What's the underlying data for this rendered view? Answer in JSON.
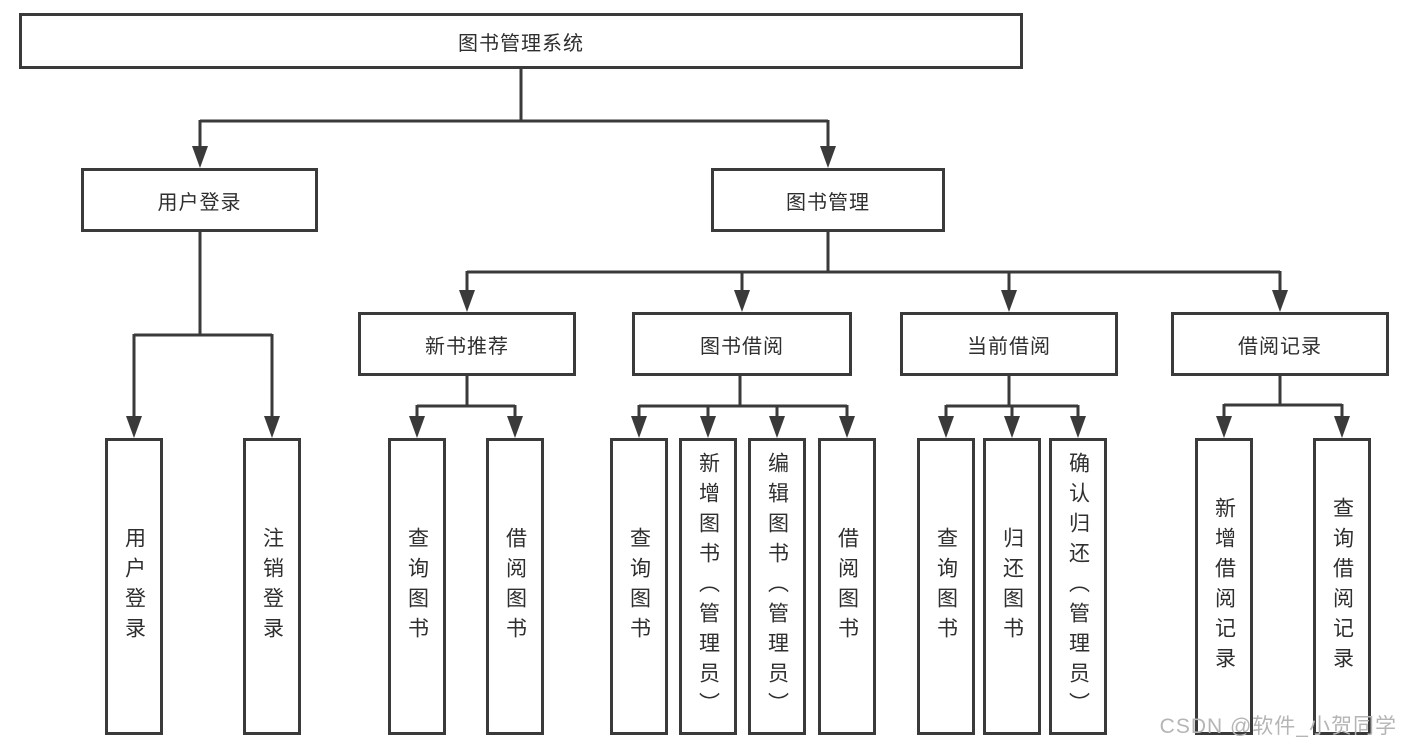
{
  "diagram_title": "图书管理系统",
  "tree": {
    "root": "图书管理系统",
    "login": {
      "label": "用户登录",
      "children": [
        "用户登录",
        "注销登录"
      ]
    },
    "management": {
      "label": "图书管理",
      "groups": [
        {
          "label": "新书推荐",
          "children": [
            "查询图书",
            "借阅图书"
          ]
        },
        {
          "label": "图书借阅",
          "children": [
            "查询图书",
            "新增图书（管理员）",
            "编辑图书（管理员）",
            "借阅图书"
          ]
        },
        {
          "label": "当前借阅",
          "children": [
            "查询图书",
            "归还图书",
            "确认归还（管理员）"
          ]
        },
        {
          "label": "借阅记录",
          "children": [
            "新增借阅记录",
            "查询借阅记录"
          ]
        }
      ]
    }
  },
  "watermark": "CSDN @软件_小贺同学",
  "colors": {
    "line": "#3a3a3a",
    "box_border": "#3a3a3a",
    "text": "#2f2f2f",
    "background": "#ffffff",
    "watermark": "#b5b5b5"
  }
}
